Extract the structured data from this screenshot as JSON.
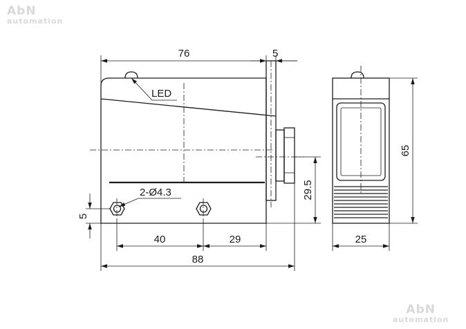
{
  "watermark": {
    "brand": "AbN",
    "tagline": "automation"
  },
  "labels": {
    "led": "LED",
    "hole_callout": "2-Ø4.3"
  },
  "dimensions": {
    "width_top": "76",
    "bracket": "5",
    "hole_offset": "5",
    "hole_spacing": "40",
    "hole_to_edge": "29",
    "total_width": "88",
    "center_height": "29.5",
    "height": "65",
    "depth": "25"
  }
}
